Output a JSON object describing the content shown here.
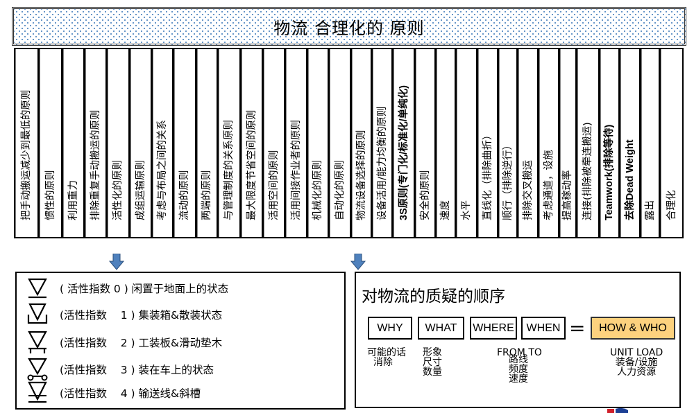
{
  "title": "物流  合理化的  原则",
  "principles": [
    {
      "label": "把手动搬运减少到最低的原则",
      "bold": false
    },
    {
      "label": "惯性的原则",
      "bold": false
    },
    {
      "label": "利用重力",
      "bold": false
    },
    {
      "label": "排除重复手动搬运的原则",
      "bold": false
    },
    {
      "label": "活性化的原则",
      "bold": false
    },
    {
      "label": "成组运输原则",
      "bold": false
    },
    {
      "label": "考虑与布局之间的关系",
      "bold": false
    },
    {
      "label": "流动的原则",
      "bold": false
    },
    {
      "label": "两端的原则",
      "bold": false
    },
    {
      "label": "与管理制度的关系原则",
      "bold": false
    },
    {
      "label": "最大限度节省空间的原则",
      "bold": false
    },
    {
      "label": "活用空间的原则",
      "bold": false
    },
    {
      "label": "活用间接作业者的原则",
      "bold": false
    },
    {
      "label": "机械化的原则",
      "bold": false
    },
    {
      "label": "自动化的原则",
      "bold": false
    },
    {
      "label": "物流设备选择的原则",
      "bold": false
    },
    {
      "label": "设备活用/能力均衡的原则",
      "bold": false
    },
    {
      "label": "3S原则(专门化/标准化/单纯化)",
      "bold": true
    },
    {
      "label": "安全的原则",
      "bold": false
    },
    {
      "label": "速度",
      "bold": false
    },
    {
      "label": "水平",
      "bold": false
    },
    {
      "label": "直线化（排除曲折）",
      "bold": false
    },
    {
      "label": "顺行（排除逆行）",
      "bold": false
    },
    {
      "label": "排除交叉搬运",
      "bold": false
    },
    {
      "label": "考虑通道，设施",
      "bold": false
    },
    {
      "label": "提高稼动率",
      "bold": false
    },
    {
      "label": "连接(排除被牵连搬运)",
      "bold": false
    },
    {
      "label": "Teamwork(排除等待)",
      "bold": true
    },
    {
      "label": "去除Dead Weight",
      "bold": true
    },
    {
      "label": "露出",
      "bold": false
    },
    {
      "label": "合理化",
      "bold": false
    }
  ],
  "activity_index": {
    "rows": [
      {
        "icon": "triangle-on-ground-icon",
        "label": "( 活性指数 0 ) 闲置于地面上的状态"
      },
      {
        "icon": "triangle-in-container-icon",
        "label": "(活性指数    1 ) 集装箱&散装状态"
      },
      {
        "icon": "triangle-on-pallet-icon",
        "label": "(活性指数    2 ) 工装板&滑动垫木"
      },
      {
        "icon": "triangle-on-cart-icon",
        "label": "(活性指数    3 ) 装在车上的状态"
      },
      {
        "icon": "triangle-on-conveyor-icon",
        "label": "(活性指数    4 ) 输送线&斜槽"
      }
    ]
  },
  "questioning": {
    "title": "对物流的质疑的顺序",
    "boxes": [
      {
        "label": "WHY",
        "sub": "可能的话\n  消除"
      },
      {
        "label": "WHAT",
        "sub": "形象\n尺寸\n数量"
      },
      {
        "label": "WHERE",
        "sub": "FROM TO"
      },
      {
        "label": "WHEN",
        "sub": "路线\n频度\n速度"
      }
    ],
    "equals": "=",
    "result": {
      "label": "HOW & WHO",
      "sub": "UNIT LOAD\n装备/设施\n人力资源"
    }
  },
  "colors": {
    "arrow": "#4f81bd",
    "highlight": "#fdd27e",
    "title_dots": "#4f86c0"
  }
}
